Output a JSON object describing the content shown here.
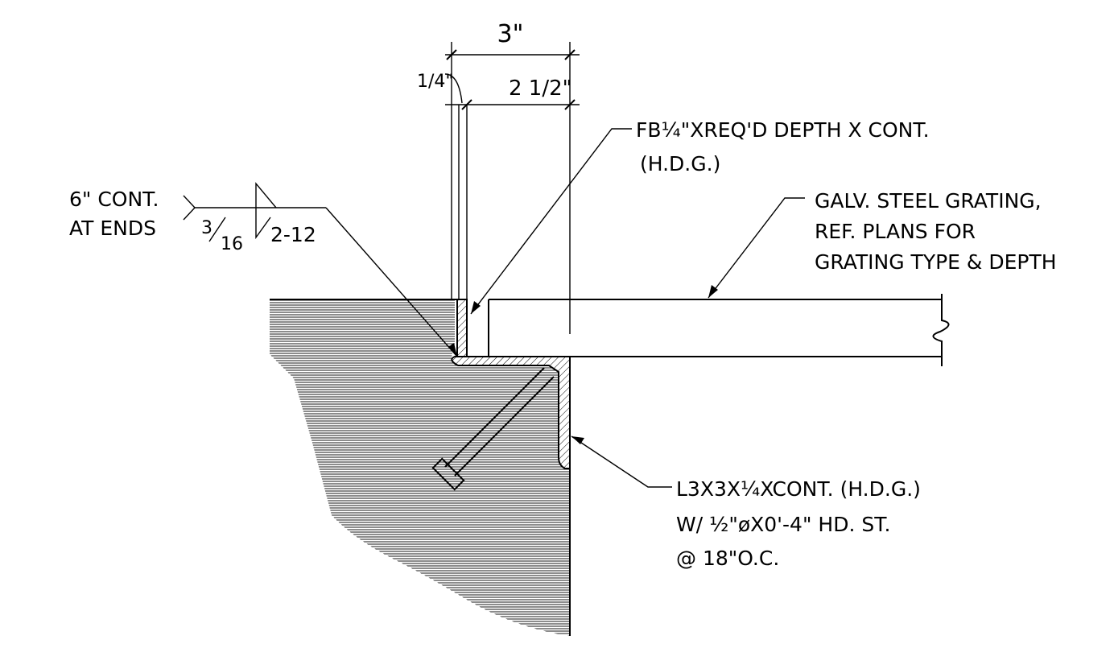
{
  "dimensions": {
    "overall": "3\"",
    "plate_thickness": "1/4\"",
    "grating_offset": "2 1/2\""
  },
  "labels": {
    "flat_bar_line1": "FB¼\"XREQ'D DEPTH X CONT.",
    "flat_bar_line2": "(H.D.G.)",
    "grating_line1": "GALV. STEEL GRATING,",
    "grating_line2": "REF. PLANS FOR",
    "grating_line3": "GRATING TYPE & DEPTH",
    "angle_line1": "L3X3X¼XCONT. (H.D.G.)",
    "angle_line2": "W/ ½\"øX0'-4\" HD. ST.",
    "angle_line3": "@ 18\"O.C."
  },
  "weld": {
    "note_line1": "6\" CONT.",
    "note_line2": "AT ENDS",
    "size_num": "3",
    "size_den": "16",
    "length_pitch": "2-12"
  }
}
